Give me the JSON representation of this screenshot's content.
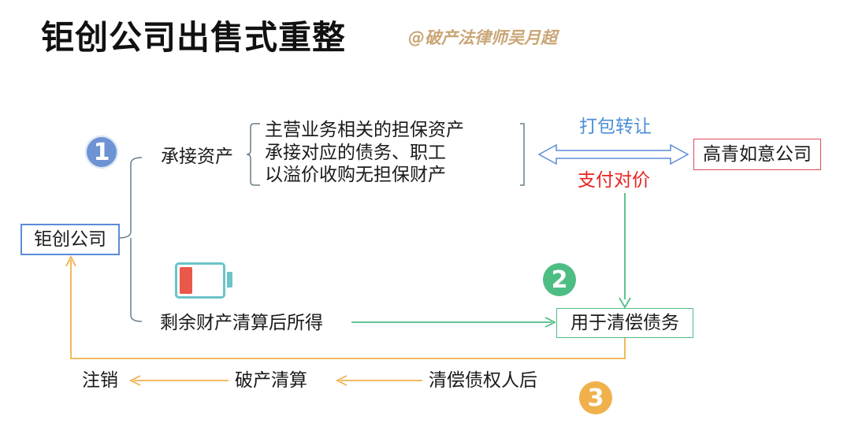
{
  "title": "钜创公司出售式重整",
  "watermark": "@破产法律师吴月超",
  "nodes": {
    "juchuang": "钜创公司",
    "gaoqing": "高青如意公司",
    "yongyu": "用于清偿债务"
  },
  "branch1": {
    "label": "承接资产",
    "items": [
      "主营业务相关的担保资产",
      "承接对应的债务、职工",
      "以溢价收购无担保财产"
    ]
  },
  "transfer": {
    "top_label": "打包转让",
    "bottom_label": "支付对价"
  },
  "branch2": {
    "label": "剩余财产清算后所得",
    "battery_level": 0.3
  },
  "bottom_flow": {
    "step1": "清偿债权人后",
    "step2": "破产清算",
    "step3": "注销"
  },
  "markers": [
    "1",
    "2",
    "3"
  ],
  "colors": {
    "blue": "#5b8cd6",
    "green": "#4dbd84",
    "orange": "#f0b04c",
    "red": "#e8241f",
    "teal": "#6cc3c8"
  }
}
